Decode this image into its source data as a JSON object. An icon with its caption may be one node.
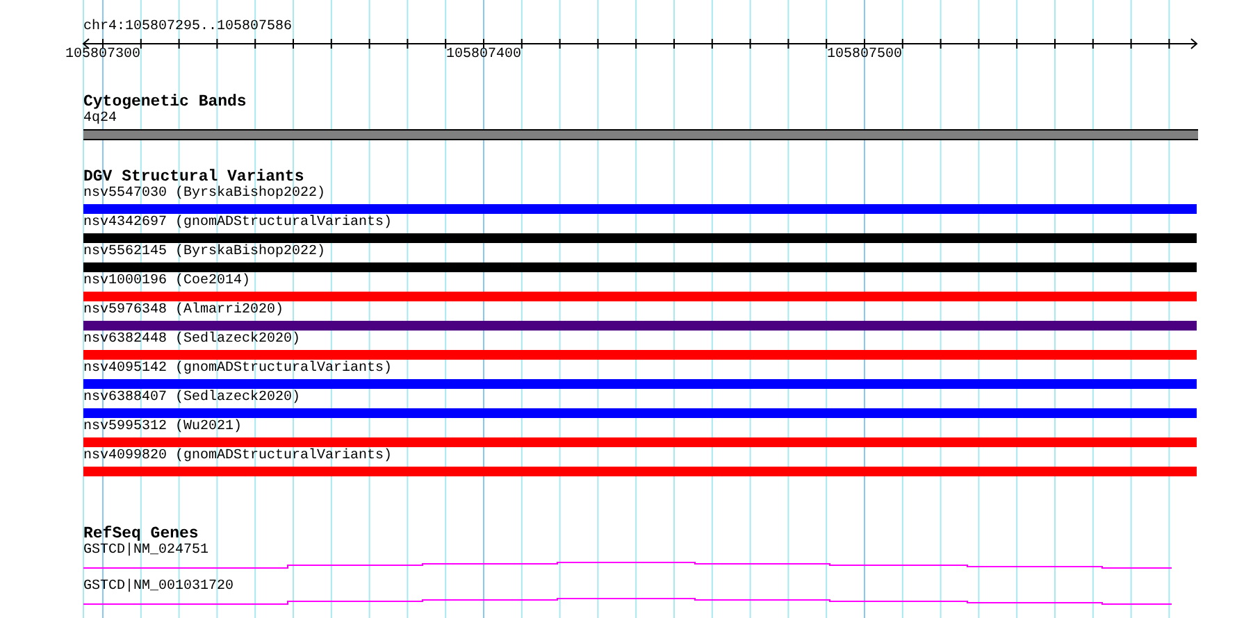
{
  "diagram": {
    "title": "chr4:105807295..105807586",
    "nodes": [
      {
        "text": [
          "4q24"
        ]
      },
      {
        "text": [
          "nsv5547030 (ByrskaBishop2022)"
        ]
      },
      {
        "text": [
          "nsv4342697 (gnomADStructuralVariants)"
        ]
      },
      {
        "text": [
          "nsv5562145 (ByrskaBishop2022)"
        ]
      },
      {
        "text": [
          "nsv1000196 (Coe2014)"
        ]
      },
      {
        "text": [
          "nsv5976348 (Almarri2020)"
        ]
      },
      {
        "text": [
          "nsv6382448 (Sedlazeck2020)"
        ]
      },
      {
        "text": [
          "nsv4095142 (gnomADStructuralVariants)"
        ]
      },
      {
        "text": [
          "nsv6388407 (Sedlazeck2020)"
        ]
      },
      {
        "text": [
          "nsv5995312 (Wu2021)"
        ]
      },
      {
        "text": [
          "nsv4099820 (gnomADStructuralVariants)"
        ]
      },
      {
        "text": [
          "GSTCD|NM_024751"
        ]
      },
      {
        "text": [
          "GSTCD|NM_001031720"
        ]
      }
    ],
    "labels": [
      "105807300",
      "105807400",
      "105807500",
      "Cytogenetic Bands",
      "DGV Structural Variants",
      "RefSeq Genes"
    ]
  }
}
